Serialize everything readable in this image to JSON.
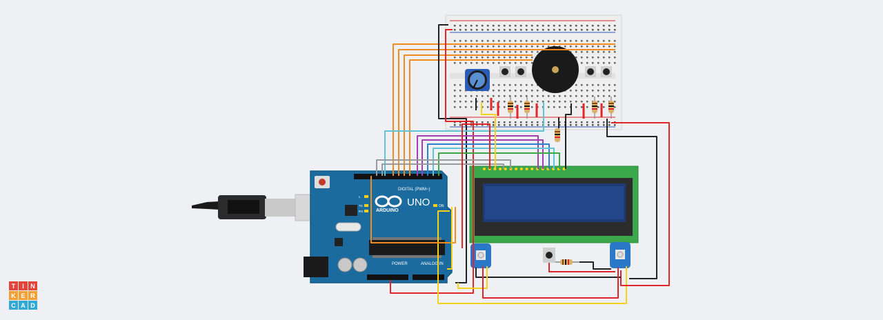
{
  "app": {
    "logo_letters": [
      "T",
      "I",
      "N",
      "K",
      "E",
      "R",
      "C",
      "A",
      "D"
    ],
    "logo_colors": [
      "#e2443a",
      "#e2443a",
      "#e2443a",
      "#f0a034",
      "#f0a034",
      "#f0a034",
      "#31a8d6",
      "#31a8d6",
      "#31a8d6"
    ]
  },
  "arduino": {
    "brand": "ARDUINO",
    "model": "UNO",
    "digital_label": "DIGITAL (PWM~)",
    "power_label": "POWER",
    "analog_label": "ANALOG IN",
    "on_label": "ON",
    "tx": "TX",
    "rx": "RX",
    "l": "L",
    "board_color": "#1b6b9e"
  },
  "colors": {
    "wire_red": "#e0262b",
    "wire_black": "#222222",
    "wire_orange": "#f08c1e",
    "wire_yellow": "#f5d21a",
    "wire_purple": "#a13fb3",
    "wire_blue": "#2f7fd1",
    "wire_cyan": "#5ec4d6",
    "wire_green": "#3aa847",
    "wire_gray": "#9a9a9a",
    "lcd_board": "#3aa84a",
    "lcd_screen": "#1f3a74",
    "breadboard": "#eeeeee"
  }
}
